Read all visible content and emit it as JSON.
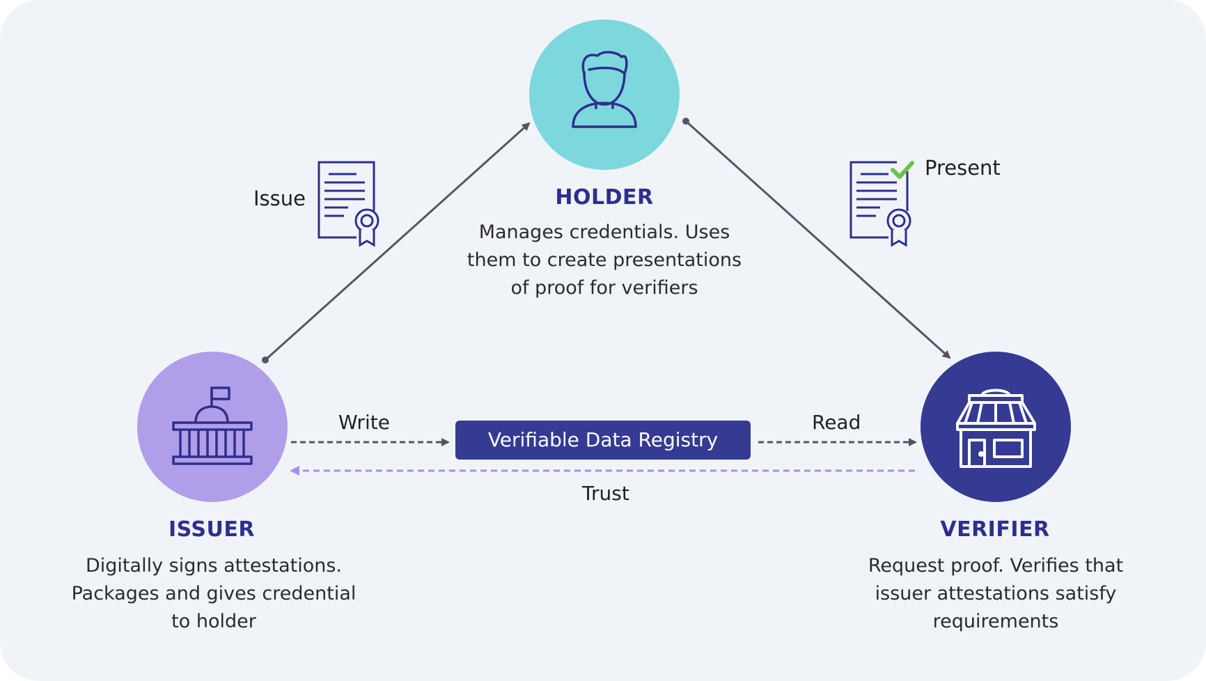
{
  "holder": {
    "title": "HOLDER",
    "description_lines": [
      "Manages credentials. Uses",
      "them to create presentations",
      "of proof for verifiers"
    ],
    "color": "#7dd8de"
  },
  "issuer": {
    "title": "ISSUER",
    "description_lines": [
      "Digitally signs attestations.",
      "Packages and gives credential",
      "to holder"
    ],
    "color": "#b09ee9"
  },
  "verifier": {
    "title": "VERIFIER",
    "description_lines": [
      "Request proof. Verifies that",
      "issuer attestations satisfy",
      "requirements"
    ],
    "color": "#353a93"
  },
  "edges": {
    "issue": "Issue",
    "present": "Present",
    "write": "Write",
    "read": "Read",
    "trust": "Trust"
  },
  "registry": {
    "label": "Verifiable Data Registry",
    "color": "#353a93"
  },
  "icons": {
    "holder": "person-icon",
    "issuer": "government-building-icon",
    "verifier": "storefront-icon",
    "issue_doc": "certificate-icon",
    "present_doc": "verified-certificate-icon"
  },
  "colors": {
    "heading": "#2e2f8c",
    "arrow": "#55555f",
    "trust_arrow": "#a68fe8",
    "check": "#6bc24a",
    "background": "#f0f4f8"
  }
}
